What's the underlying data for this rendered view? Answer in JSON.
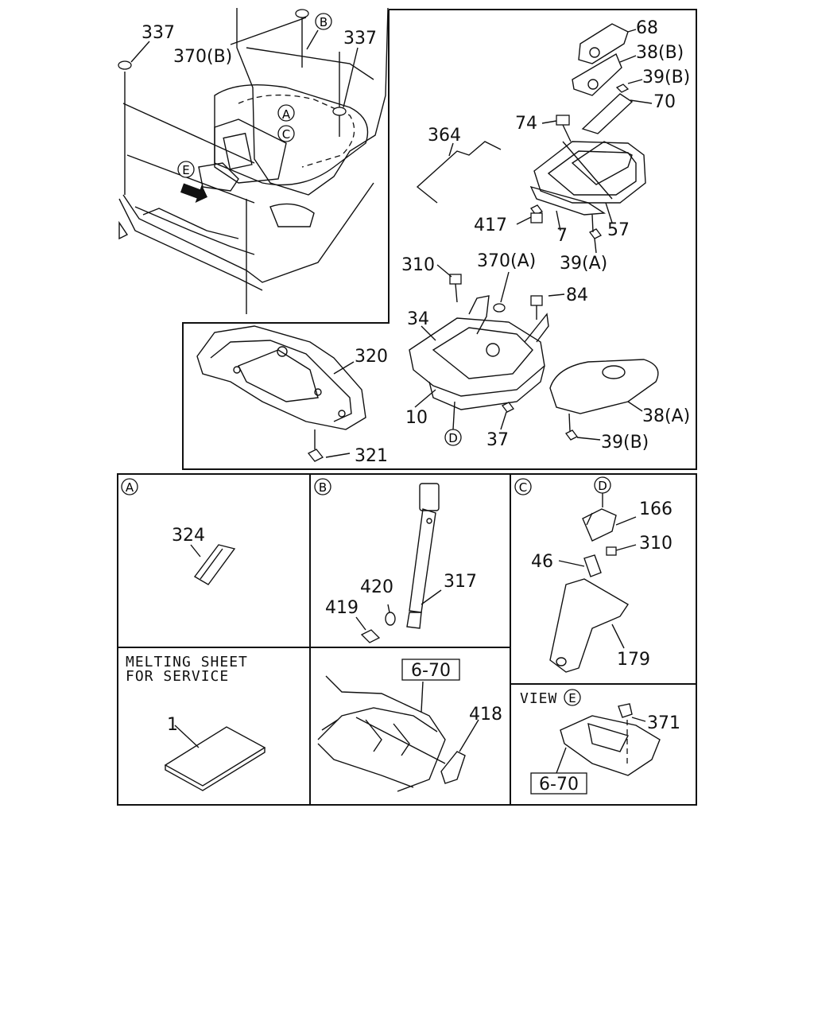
{
  "main_labels": {
    "l337a": "337",
    "l370b": "370(B)",
    "l337b": "337",
    "l68": "68",
    "l38b": "38(B)",
    "l39b_top": "39(B)",
    "l70": "70",
    "l74": "74",
    "l364": "364",
    "l417": "417",
    "l7": "7",
    "l57": "57",
    "l39a": "39(A)",
    "l310_main": "310",
    "l370a": "370(A)",
    "l84": "84",
    "l34": "34",
    "l320": "320",
    "l10": "10",
    "l37": "37",
    "l38a": "38(A)",
    "l39b_bot": "39(B)",
    "l321": "321"
  },
  "callouts": {
    "A": "A",
    "B": "B",
    "C": "C",
    "D": "D",
    "E": "E"
  },
  "detail_A": {
    "tag": "A",
    "part": "324"
  },
  "detail_B": {
    "tag": "B",
    "p419": "419",
    "p420": "420",
    "p317": "317"
  },
  "detail_C": {
    "tag": "C",
    "tag_d": "D",
    "p166": "166",
    "p310": "310",
    "p46": "46",
    "p179": "179"
  },
  "melting": {
    "line1": "MELTING SHEET",
    "line2": "FOR SERVICE",
    "part": "1"
  },
  "detail_418": {
    "ref": "6-70",
    "part": "418"
  },
  "view_E": {
    "prefix": "VIEW",
    "tag": "E",
    "part": "371",
    "ref": "6-70"
  }
}
